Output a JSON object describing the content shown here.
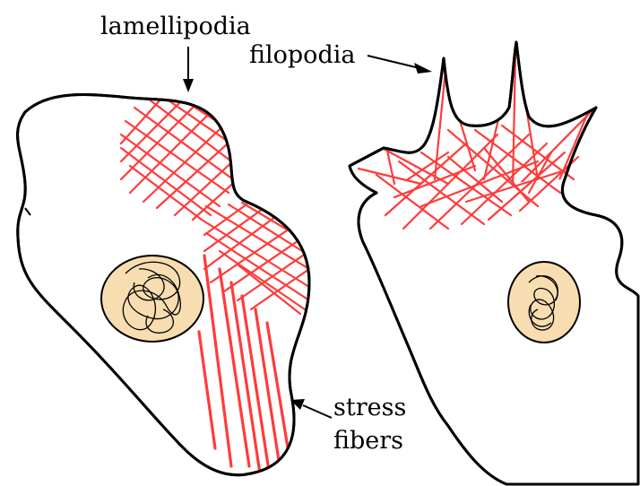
{
  "labels": {
    "lamellipodia": "lamellipodia",
    "filopodia": "filopodia",
    "stress_line1": "stress",
    "stress_line2": "fibers"
  },
  "colors": {
    "actin": "#ff3b3b",
    "nucleus_fill": "#f7ddb0",
    "outline": "#000000"
  }
}
